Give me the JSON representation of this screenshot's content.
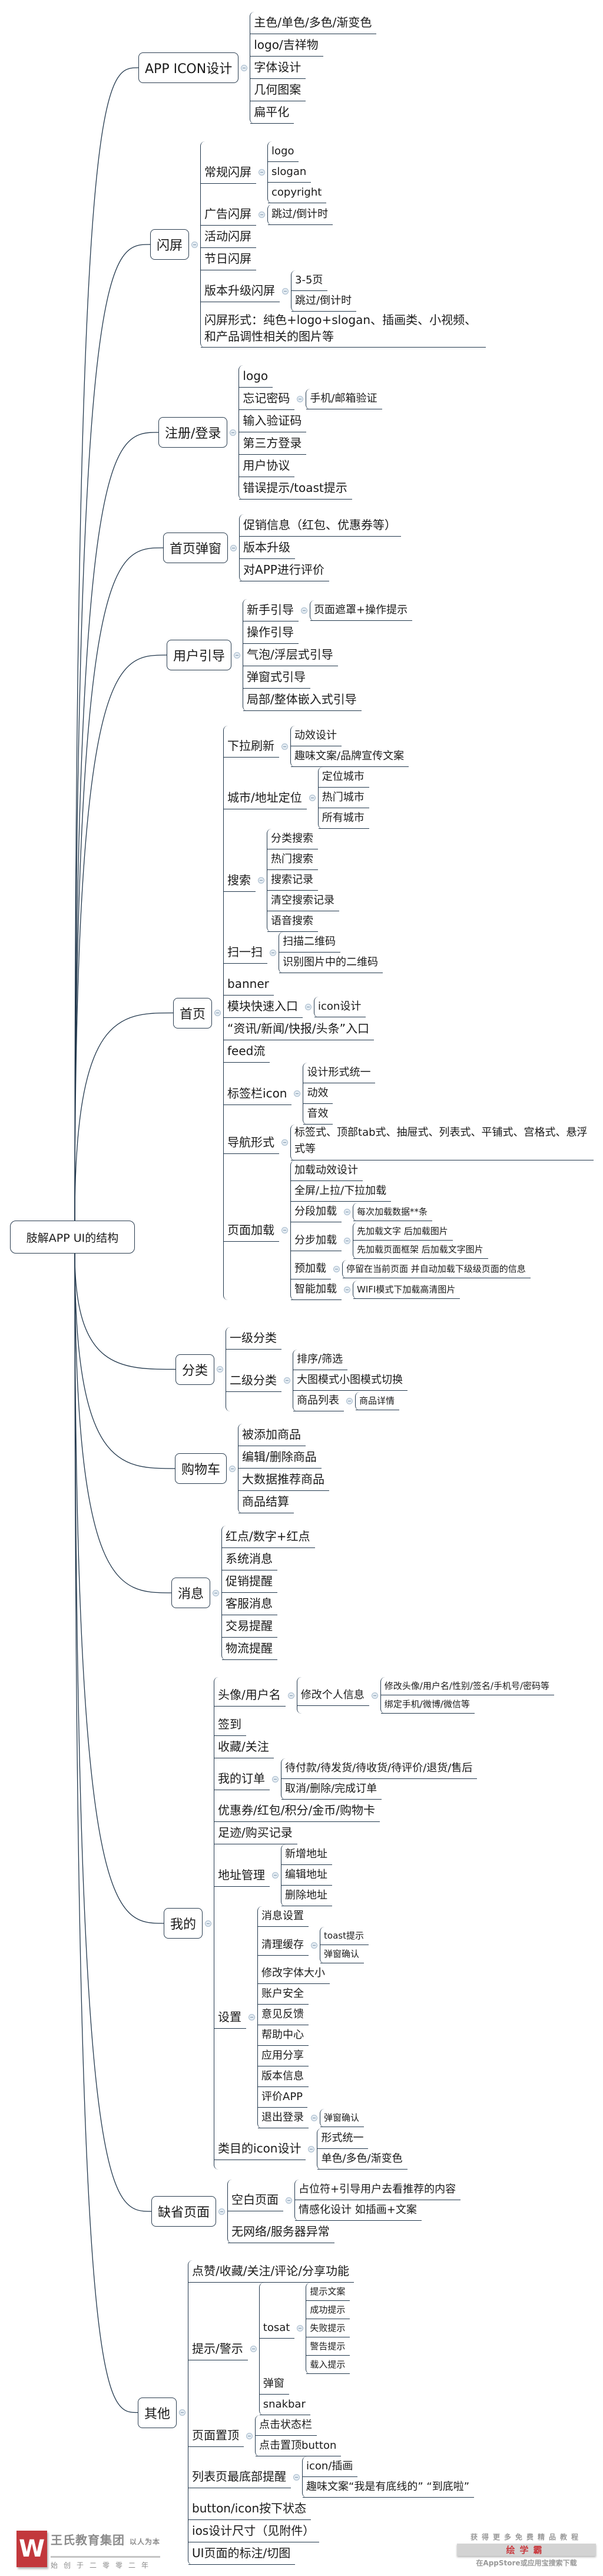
{
  "root": {
    "label": "肢解APP UI的结构"
  },
  "branches": [
    {
      "label": "APP ICON设计",
      "children": [
        {
          "label": "主色/单色/多色/渐变色"
        },
        {
          "label": "logo/吉祥物"
        },
        {
          "label": "字体设计"
        },
        {
          "label": "几何图案"
        },
        {
          "label": "扁平化"
        }
      ]
    },
    {
      "label": "闪屏",
      "children": [
        {
          "label": "常规闪屏",
          "children": [
            {
              "label": "logo"
            },
            {
              "label": "slogan"
            },
            {
              "label": "copyright"
            }
          ]
        },
        {
          "label": "广告闪屏",
          "children": [
            {
              "label": "跳过/倒计时"
            }
          ]
        },
        {
          "label": "活动闪屏"
        },
        {
          "label": "节日闪屏"
        },
        {
          "label": "版本升级闪屏",
          "children": [
            {
              "label": "3-5页"
            },
            {
              "label": "跳过/倒计时"
            }
          ]
        },
        {
          "label": "闪屏形式：纯色+logo+slogan、插画类、小视频、和产品调性相关的图片等"
        }
      ]
    },
    {
      "label": "注册/登录",
      "children": [
        {
          "label": "logo"
        },
        {
          "label": "忘记密码",
          "children": [
            {
              "label": "手机/邮箱验证"
            }
          ]
        },
        {
          "label": "输入验证码"
        },
        {
          "label": "第三方登录"
        },
        {
          "label": "用户协议"
        },
        {
          "label": "错误提示/toast提示"
        }
      ]
    },
    {
      "label": "首页弹窗",
      "children": [
        {
          "label": "促销信息（红包、优惠券等）"
        },
        {
          "label": "版本升级"
        },
        {
          "label": "对APP进行评价"
        }
      ]
    },
    {
      "label": "用户引导",
      "children": [
        {
          "label": "新手引导",
          "children": [
            {
              "label": "页面遮罩+操作提示"
            }
          ]
        },
        {
          "label": "操作引导"
        },
        {
          "label": "气泡/浮层式引导"
        },
        {
          "label": "弹窗式引导"
        },
        {
          "label": "局部/整体嵌入式引导"
        }
      ]
    },
    {
      "label": "首页",
      "children": [
        {
          "label": "下拉刷新",
          "children": [
            {
              "label": "动效设计"
            },
            {
              "label": "趣味文案/品牌宣传文案"
            }
          ]
        },
        {
          "label": "城市/地址定位",
          "children": [
            {
              "label": "定位城市"
            },
            {
              "label": "热门城市"
            },
            {
              "label": "所有城市"
            }
          ]
        },
        {
          "label": "搜索",
          "children": [
            {
              "label": "分类搜索"
            },
            {
              "label": "热门搜索"
            },
            {
              "label": "搜索记录"
            },
            {
              "label": "清空搜索记录"
            },
            {
              "label": "语音搜索"
            }
          ]
        },
        {
          "label": "扫一扫",
          "children": [
            {
              "label": "扫描二维码"
            },
            {
              "label": "识别图片中的二维码"
            }
          ]
        },
        {
          "label": "banner"
        },
        {
          "label": "模块快速入口",
          "children": [
            {
              "label": "icon设计"
            }
          ]
        },
        {
          "label": "“资讯/新闻/快报/头条”入口"
        },
        {
          "label": "feed流"
        },
        {
          "label": "标签栏icon",
          "children": [
            {
              "label": "设计形式统一"
            },
            {
              "label": "动效"
            },
            {
              "label": "音效"
            }
          ]
        },
        {
          "label": "导航形式",
          "children": [
            {
              "label": "标签式、顶部tab式、抽屉式、列表式、平铺式、宫格式、悬浮式等"
            }
          ]
        },
        {
          "label": "页面加载",
          "children": [
            {
              "label": "加载动效设计"
            },
            {
              "label": "全屏/上拉/下拉加载"
            },
            {
              "label": "分段加载",
              "children": [
                {
                  "label": "每次加载数据**条"
                }
              ]
            },
            {
              "label": "分步加载",
              "children": [
                {
                  "label": "先加载文字 后加载图片"
                },
                {
                  "label": "先加载页面框架 后加载文字图片"
                }
              ]
            },
            {
              "label": "预加载",
              "children": [
                {
                  "label": "停留在当前页面 并自动加载下级级页面的信息"
                }
              ]
            },
            {
              "label": "智能加载",
              "children": [
                {
                  "label": "WIFI模式下加载高清图片"
                }
              ]
            }
          ]
        }
      ]
    },
    {
      "label": "分类",
      "children": [
        {
          "label": "一级分类"
        },
        {
          "label": "二级分类",
          "children": [
            {
              "label": "排序/筛选"
            },
            {
              "label": "大图模式小图模式切换"
            },
            {
              "label": "商品列表",
              "children": [
                {
                  "label": "商品详情"
                }
              ]
            }
          ]
        }
      ]
    },
    {
      "label": "购物车",
      "children": [
        {
          "label": "被添加商品"
        },
        {
          "label": "编辑/删除商品"
        },
        {
          "label": "大数据推荐商品"
        },
        {
          "label": "商品结算"
        }
      ]
    },
    {
      "label": "消息",
      "children": [
        {
          "label": "红点/数字+红点"
        },
        {
          "label": "系统消息"
        },
        {
          "label": "促销提醒"
        },
        {
          "label": "客服消息"
        },
        {
          "label": "交易提醒"
        },
        {
          "label": "物流提醒"
        }
      ]
    },
    {
      "label": "我的",
      "children": [
        {
          "label": "头像/用户名",
          "children": [
            {
              "label": "修改个人信息",
              "children": [
                {
                  "label": "修改头像/用户名/性别/签名/手机号/密码等"
                },
                {
                  "label": "绑定手机/微博/微信等"
                }
              ]
            }
          ]
        },
        {
          "label": "签到"
        },
        {
          "label": "收藏/关注"
        },
        {
          "label": "我的订单",
          "children": [
            {
              "label": "待付款/待发货/待收货/待评价/退货/售后"
            },
            {
              "label": "取消/删除/完成订单"
            }
          ]
        },
        {
          "label": "优惠券/红包/积分/金币/购物卡"
        },
        {
          "label": "足迹/购买记录"
        },
        {
          "label": "地址管理",
          "children": [
            {
              "label": "新增地址"
            },
            {
              "label": "编辑地址"
            },
            {
              "label": "删除地址"
            }
          ]
        },
        {
          "label": "设置",
          "children": [
            {
              "label": "消息设置"
            },
            {
              "label": "清理缓存",
              "children": [
                {
                  "label": "toast提示"
                },
                {
                  "label": "弹窗确认"
                }
              ]
            },
            {
              "label": "修改字体大小"
            },
            {
              "label": "账户安全"
            },
            {
              "label": "意见反馈"
            },
            {
              "label": "帮助中心"
            },
            {
              "label": "应用分享"
            },
            {
              "label": "版本信息"
            },
            {
              "label": "评价APP"
            },
            {
              "label": "退出登录",
              "children": [
                {
                  "label": "弹窗确认"
                }
              ]
            }
          ]
        },
        {
          "label": "类目的icon设计",
          "children": [
            {
              "label": "形式统一"
            },
            {
              "label": "单色/多色/渐变色"
            }
          ]
        }
      ]
    },
    {
      "label": "缺省页面",
      "children": [
        {
          "label": "空白页面",
          "children": [
            {
              "label": "占位符+引导用户去看推荐的内容"
            },
            {
              "label": "情感化设计 如插画+文案"
            }
          ]
        },
        {
          "label": "无网络/服务器异常"
        }
      ]
    },
    {
      "label": "其他",
      "children": [
        {
          "label": "点赞/收藏/关注/评论/分享功能"
        },
        {
          "label": "提示/警示",
          "children": [
            {
              "label": "tosat",
              "children": [
                {
                  "label": "提示文案"
                },
                {
                  "label": "成功提示"
                },
                {
                  "label": "失败提示"
                },
                {
                  "label": "警告提示"
                },
                {
                  "label": "载入提示"
                }
              ]
            },
            {
              "label": "弹窗"
            },
            {
              "label": "snakbar"
            }
          ]
        },
        {
          "label": "页面置顶",
          "children": [
            {
              "label": "点击状态栏"
            },
            {
              "label": "点击置顶button"
            }
          ]
        },
        {
          "label": "列表页最底部提醒",
          "children": [
            {
              "label": "icon/插画"
            },
            {
              "label": "趣味文案“我是有底线的” “到底啦”"
            }
          ]
        },
        {
          "label": "button/icon按下状态"
        },
        {
          "label": "ios设计尺寸（见附件）"
        },
        {
          "label": "UI页面的标注/切图"
        }
      ]
    }
  ],
  "watermark_left": {
    "logo_letter": "W",
    "name": "王氏教育集团",
    "motto": "以人为本",
    "since": "始创于二零零二年"
  },
  "watermark_right": {
    "line1": "获得更多免费精品教程",
    "brand": "绘学霸",
    "line3": "在AppStore或应用宝搜索下载"
  },
  "colors": {
    "line": "#22384d",
    "box_border": "#2a3d50",
    "toggle": "#e3ebf2",
    "watermark_red": "#b8161b"
  }
}
